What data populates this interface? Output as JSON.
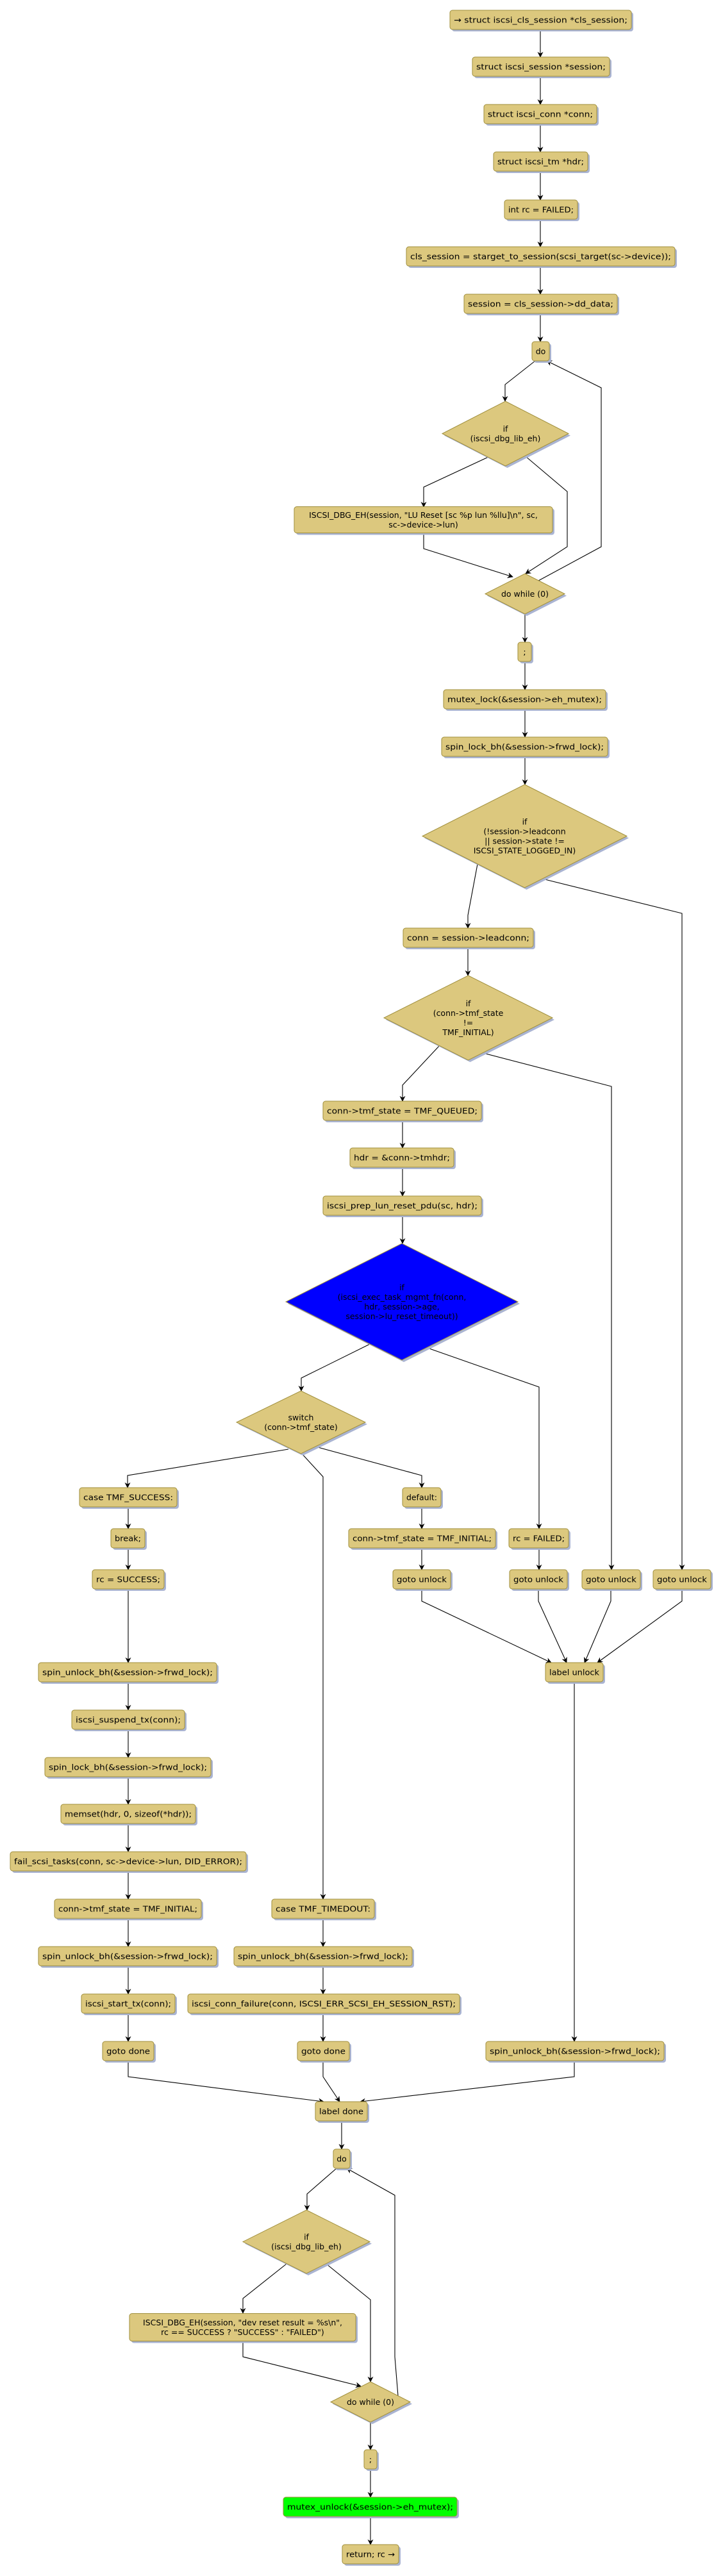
{
  "title": "iscsi eh device reset flowchart",
  "colors": {
    "node_fill": "#dcc87e",
    "node_border": "#a08f3c",
    "shadow": "#aab4d2",
    "highlight_blue": "#0000ff",
    "highlight_green": "#00ff00",
    "edge": "#000000"
  },
  "nodes": [
    {
      "lines": [
        "→ struct iscsi_cls_session *cls_session;"
      ]
    },
    {
      "lines": [
        "struct iscsi_session *session;"
      ]
    },
    {
      "lines": [
        "struct iscsi_conn *conn;"
      ]
    },
    {
      "lines": [
        "struct iscsi_tm *hdr;"
      ]
    },
    {
      "lines": [
        "int rc = FAILED;"
      ]
    },
    {
      "lines": [
        "cls_session = starget_to_session(scsi_target(sc->device));"
      ]
    },
    {
      "lines": [
        "session = cls_session->dd_data;"
      ]
    },
    {
      "lines": [
        "do"
      ]
    },
    {
      "lines": [
        "if",
        "(iscsi_dbg_lib_eh)"
      ]
    },
    {
      "lines": [
        "ISCSI_DBG_EH(session, \"LU Reset [sc %p lun %llu]\\n\", sc,",
        "sc->device->lun)"
      ]
    },
    {
      "lines": [
        "do while (0)"
      ]
    },
    {
      "lines": [
        ";"
      ]
    },
    {
      "lines": [
        "mutex_lock(&session->eh_mutex);"
      ]
    },
    {
      "lines": [
        "spin_lock_bh(&session->frwd_lock);"
      ]
    },
    {
      "lines": [
        "if",
        "(!session->leadconn",
        "|| session->state !=",
        "ISCSI_STATE_LOGGED_IN)"
      ]
    },
    {
      "lines": [
        "conn = session->leadconn;"
      ]
    },
    {
      "lines": [
        "if",
        "(conn->tmf_state",
        "!=",
        "TMF_INITIAL)"
      ]
    },
    {
      "lines": [
        "conn->tmf_state = TMF_QUEUED;"
      ]
    },
    {
      "lines": [
        "hdr = &conn->tmhdr;"
      ]
    },
    {
      "lines": [
        "iscsi_prep_lun_reset_pdu(sc, hdr);"
      ]
    },
    {
      "lines": [
        "if",
        "(iscsi_exec_task_mgmt_fn(conn,",
        "hdr, session->age,",
        "session->lu_reset_timeout))"
      ]
    },
    {
      "lines": [
        "switch",
        "(conn->tmf_state)"
      ]
    },
    {
      "lines": [
        "case TMF_SUCCESS:"
      ]
    },
    {
      "lines": [
        "break;"
      ]
    },
    {
      "lines": [
        "rc = SUCCESS;"
      ]
    },
    {
      "lines": [
        "default:"
      ]
    },
    {
      "lines": [
        "conn->tmf_state = TMF_INITIAL;"
      ]
    },
    {
      "lines": [
        "rc = FAILED;"
      ]
    },
    {
      "lines": [
        "goto unlock"
      ]
    },
    {
      "lines": [
        "goto unlock"
      ]
    },
    {
      "lines": [
        "goto unlock"
      ]
    },
    {
      "lines": [
        "goto unlock"
      ]
    },
    {
      "lines": [
        "label unlock"
      ]
    },
    {
      "lines": [
        "spin_unlock_bh(&session->frwd_lock);"
      ]
    },
    {
      "lines": [
        "iscsi_suspend_tx(conn);"
      ]
    },
    {
      "lines": [
        "spin_lock_bh(&session->frwd_lock);"
      ]
    },
    {
      "lines": [
        "memset(hdr, 0, sizeof(*hdr));"
      ]
    },
    {
      "lines": [
        "fail_scsi_tasks(conn, sc->device->lun, DID_ERROR);"
      ]
    },
    {
      "lines": [
        "conn->tmf_state = TMF_INITIAL;"
      ]
    },
    {
      "lines": [
        "spin_unlock_bh(&session->frwd_lock);"
      ]
    },
    {
      "lines": [
        "iscsi_start_tx(conn);"
      ]
    },
    {
      "lines": [
        "goto done"
      ]
    },
    {
      "lines": [
        "case TMF_TIMEDOUT:"
      ]
    },
    {
      "lines": [
        "spin_unlock_bh(&session->frwd_lock);"
      ]
    },
    {
      "lines": [
        "iscsi_conn_failure(conn, ISCSI_ERR_SCSI_EH_SESSION_RST);"
      ]
    },
    {
      "lines": [
        "goto done"
      ]
    },
    {
      "lines": [
        "spin_unlock_bh(&session->frwd_lock);"
      ]
    },
    {
      "lines": [
        "label done"
      ]
    },
    {
      "lines": [
        "do"
      ]
    },
    {
      "lines": [
        "if",
        "(iscsi_dbg_lib_eh)"
      ]
    },
    {
      "lines": [
        "ISCSI_DBG_EH(session, \"dev reset result = %s\\n\",",
        "rc == SUCCESS ? \"SUCCESS\" : \"FAILED\")"
      ]
    },
    {
      "lines": [
        "do while (0)"
      ]
    },
    {
      "lines": [
        ";"
      ]
    },
    {
      "lines": [
        "mutex_unlock(&session->eh_mutex);"
      ]
    },
    {
      "lines": [
        "return; rc →"
      ]
    }
  ]
}
